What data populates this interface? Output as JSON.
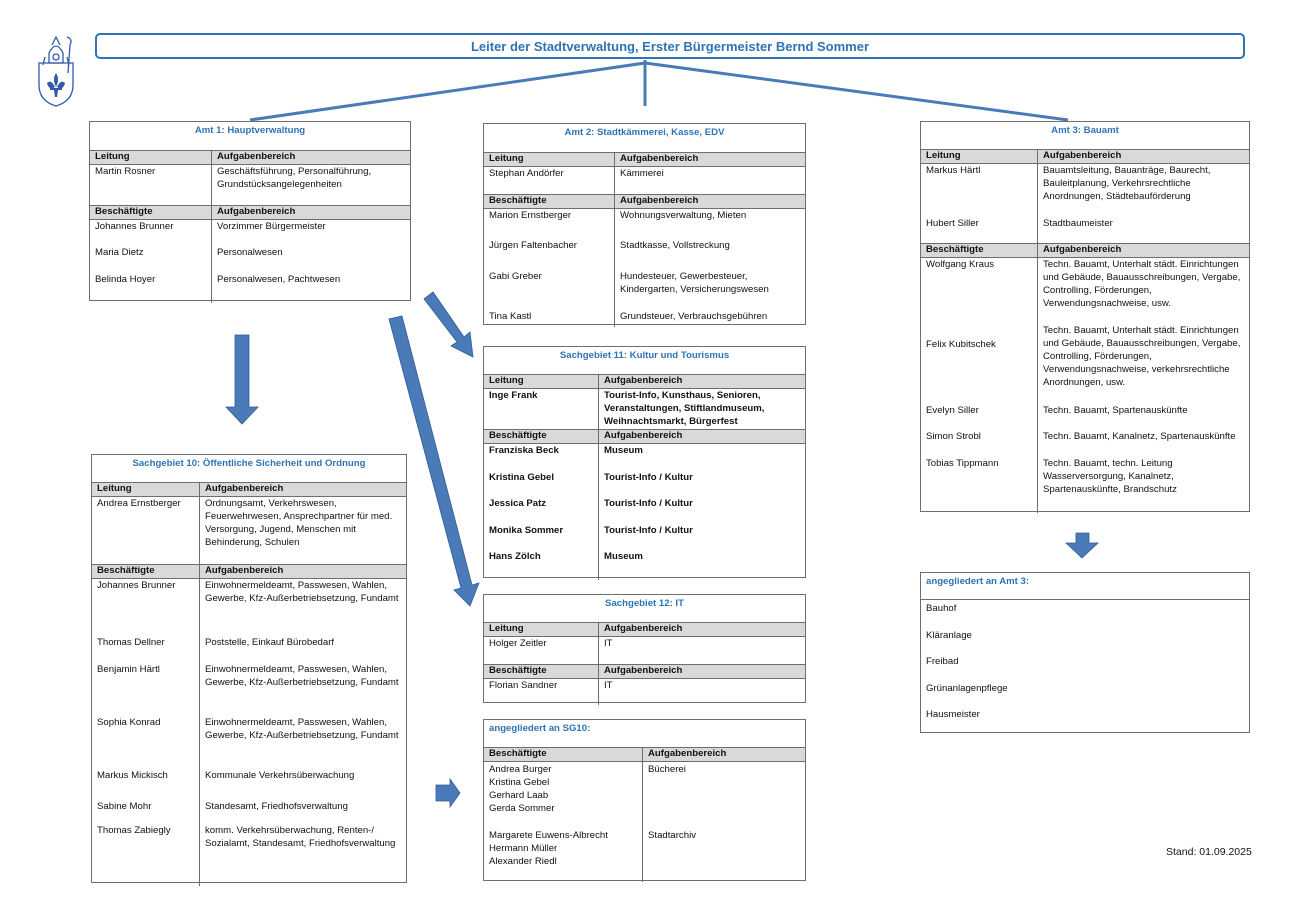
{
  "header": {
    "title": "Leiter der Stadtverwaltung, Erster Bürgermeister Bernd Sommer"
  },
  "colors": {
    "accent": "#2e74b5",
    "arrow": "#4a7ab8",
    "header_fill": "#d9d9d9"
  },
  "logo": {
    "icon": "coat-of-arms-icon"
  },
  "labels": {
    "leitung": "Leitung",
    "aufgaben": "Aufgabenbereich",
    "beschaeftigte": "Beschäftigte"
  },
  "amt1": {
    "title": "Amt 1: Hauptverwaltung",
    "leitung": [
      {
        "name": "Martin Rosner",
        "task": "Geschäftsführung, Personalführung, Grundstücksangelegenheiten"
      }
    ],
    "staff": [
      {
        "name": "Johannes Brunner",
        "task": "Vorzimmer Bürgermeister"
      },
      {
        "name": "Maria Dietz",
        "task": "Personalwesen"
      },
      {
        "name": "Belinda Hoyer",
        "task": "Personalwesen, Pachtwesen"
      }
    ]
  },
  "amt2": {
    "title": "Amt 2: Stadtkämmerei, Kasse, EDV",
    "leitung": [
      {
        "name": "Stephan Andörfer",
        "task": "Kämmerei"
      }
    ],
    "staff": [
      {
        "name": "Marion Ernstberger",
        "task": "Wohnungsverwaltung, Mieten"
      },
      {
        "name": "Jürgen Faltenbacher",
        "task": "Stadtkasse, Vollstreckung"
      },
      {
        "name": "Gabi Greber",
        "task": "Hundesteuer, Gewerbesteuer, Kindergarten, Versicherungswesen"
      },
      {
        "name": "Tina Kastl",
        "task": "Grundsteuer, Verbrauchsgebühren"
      }
    ]
  },
  "amt3": {
    "title": "Amt 3: Bauamt",
    "leitung": [
      {
        "name": "Markus Härtl",
        "task": "Bauamtsleitung, Bauanträge, Baurecht, Bauleitplanung, Verkehrsrechtliche Anordnungen, Städtebauförderung"
      },
      {
        "name": "Hubert Siller",
        "task": "Stadtbaumeister"
      }
    ],
    "staff": [
      {
        "name": "Wolfgang Kraus",
        "task": "Techn. Bauamt, Unterhalt städt. Einrichtungen und Gebäude, Bauausschreibungen, Vergabe, Controlling, Förderungen, Verwendungsnachweise, usw."
      },
      {
        "name": "Felix Kubitschek",
        "task": "Techn. Bauamt, Unterhalt städt. Einrichtungen und Gebäude, Bauausschreibungen, Vergabe, Controlling, Förderungen, Verwendungsnachweise, verkehrsrechtliche Anordnungen, usw."
      },
      {
        "name": "Evelyn Siller",
        "task": "Techn. Bauamt, Spartenauskünfte"
      },
      {
        "name": "Simon Strobl",
        "task": "Techn. Bauamt, Kanalnetz, Spartenauskünfte"
      },
      {
        "name": "Tobias Tippmann",
        "task": "Techn. Bauamt, techn. Leitung Wasserversorgung, Kanalnetz, Spartenauskünfte, Brandschutz"
      }
    ]
  },
  "sg10": {
    "title": "Sachgebiet 10: Öffentliche Sicherheit und Ordnung",
    "leitung": [
      {
        "name": "Andrea Ernstberger",
        "task": "Ordnungsamt, Verkehrswesen, Feuerwehrwesen, Ansprechpartner für med. Versorgung, Jugend, Menschen mit Behinderung, Schulen"
      }
    ],
    "staff": [
      {
        "name": "Johannes Brunner",
        "task": "Einwohnermeldeamt, Passwesen, Wahlen, Gewerbe, Kfz-Außerbetriebsetzung, Fundamt"
      },
      {
        "name": "Thomas Dellner",
        "task": "Poststelle, Einkauf Bürobedarf"
      },
      {
        "name": "Benjamin Härtl",
        "task": "Einwohnermeldeamt, Passwesen, Wahlen, Gewerbe, Kfz-Außerbetriebsetzung, Fundamt"
      },
      {
        "name": "Sophia Konrad",
        "task": "Einwohnermeldeamt, Passwesen, Wahlen, Gewerbe, Kfz-Außerbetriebsetzung, Fundamt"
      },
      {
        "name": "Markus Mickisch",
        "task": "Kommunale Verkehrsüberwachung"
      },
      {
        "name": "Sabine Mohr",
        "task": "Standesamt, Friedhofsverwaltung"
      },
      {
        "name": "Thomas Zabiegly",
        "task": "komm. Verkehrsüberwachung, Renten-/ Sozialamt, Standesamt, Friedhofsverwaltung"
      }
    ]
  },
  "sg11": {
    "title": "Sachgebiet 11: Kultur und Tourismus",
    "leitung": [
      {
        "name": "Inge Frank",
        "task": "Tourist-Info, Kunsthaus, Senioren, Veranstaltungen, Stiftlandmuseum, Weihnachtsmarkt, Bürgerfest"
      }
    ],
    "staff": [
      {
        "name": "Franziska Beck",
        "task": "Museum"
      },
      {
        "name": "Kristina Gebel",
        "task": "Tourist-Info / Kultur"
      },
      {
        "name": "Jessica Patz",
        "task": "Tourist-Info / Kultur"
      },
      {
        "name": "Monika Sommer",
        "task": "Tourist-Info / Kultur"
      },
      {
        "name": "Hans Zölch",
        "task": "Museum"
      }
    ]
  },
  "sg12": {
    "title": "Sachgebiet 12: IT",
    "leitung": [
      {
        "name": "Holger Zeitler",
        "task": "IT"
      }
    ],
    "staff": [
      {
        "name": "Florian Sandner",
        "task": "IT"
      }
    ]
  },
  "sg10_attached": {
    "title": "angegliedert an SG10:",
    "groups": [
      {
        "names": [
          "Andrea Burger",
          "Kristina Gebel",
          "Gerhard Laab",
          "Gerda Sommer"
        ],
        "task": "Bücherei"
      },
      {
        "names": [
          "Margarete Euwens-Albrecht",
          "Hermann Müller",
          "Alexander Riedl"
        ],
        "task": "Stadtarchiv"
      }
    ]
  },
  "amt3_attached": {
    "title": "angegliedert an Amt 3:",
    "items": [
      "Bauhof",
      "Kläranlage",
      "Freibad",
      "Grünanlagenpflege",
      "Hausmeister"
    ]
  },
  "footer": {
    "stand": "Stand: 01.09.2025"
  }
}
